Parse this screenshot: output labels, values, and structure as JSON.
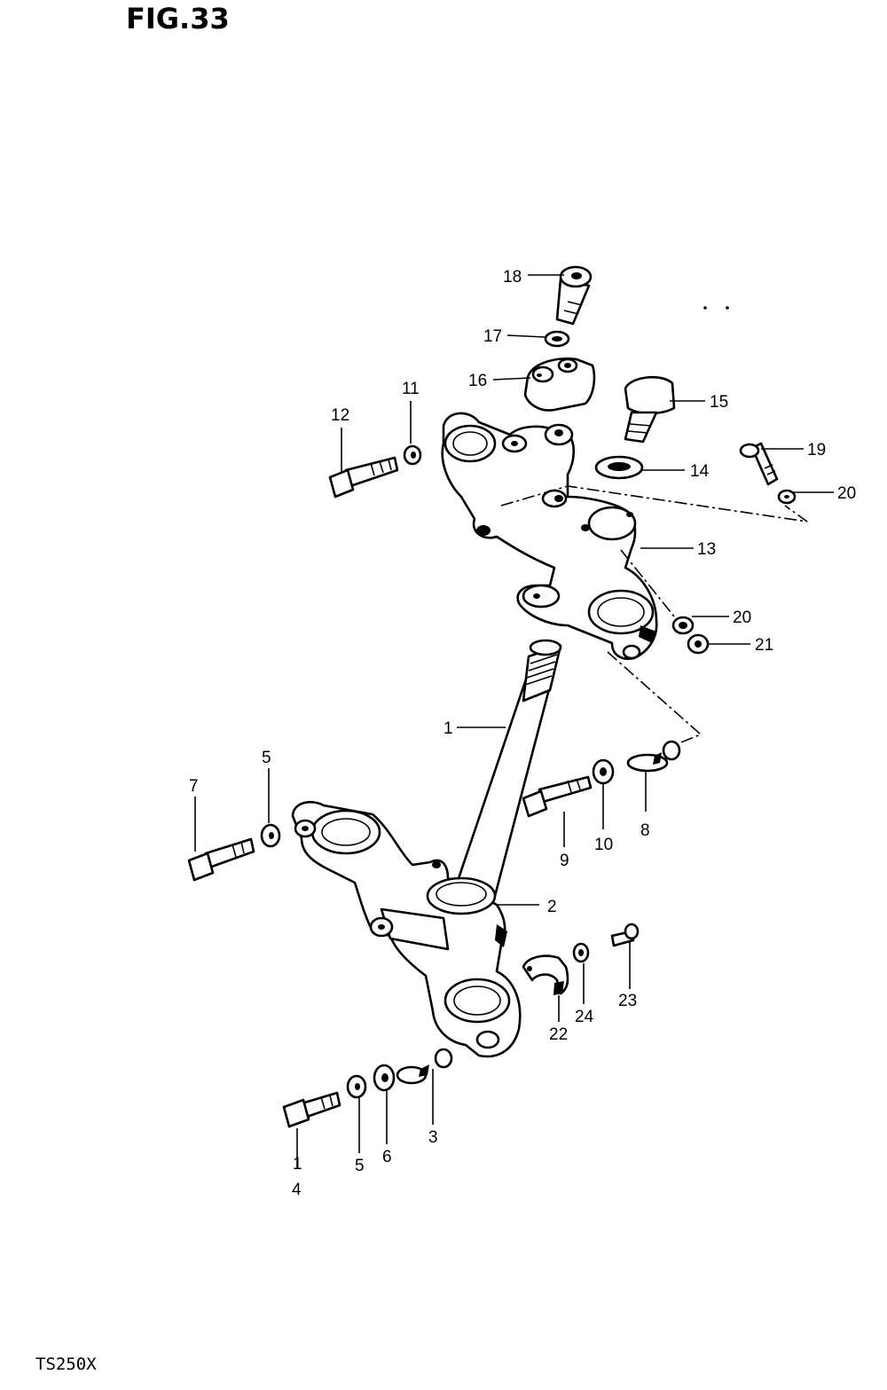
{
  "figure": {
    "title": "FIG.33",
    "model": "TS250X"
  },
  "labels": {
    "l1a": "1",
    "l1b": "1",
    "l2": "2",
    "l3": "3",
    "l4": "4",
    "l5a": "5",
    "l5b": "5",
    "l6": "6",
    "l7": "7",
    "l8": "8",
    "l9": "9",
    "l10": "10",
    "l11": "11",
    "l12": "12",
    "l13": "13",
    "l14": "14",
    "l15": "15",
    "l16": "16",
    "l17": "17",
    "l18": "18",
    "l19": "19",
    "l20a": "20",
    "l20b": "20",
    "l21": "21",
    "l22": "22",
    "l23": "23",
    "l24": "24"
  }
}
